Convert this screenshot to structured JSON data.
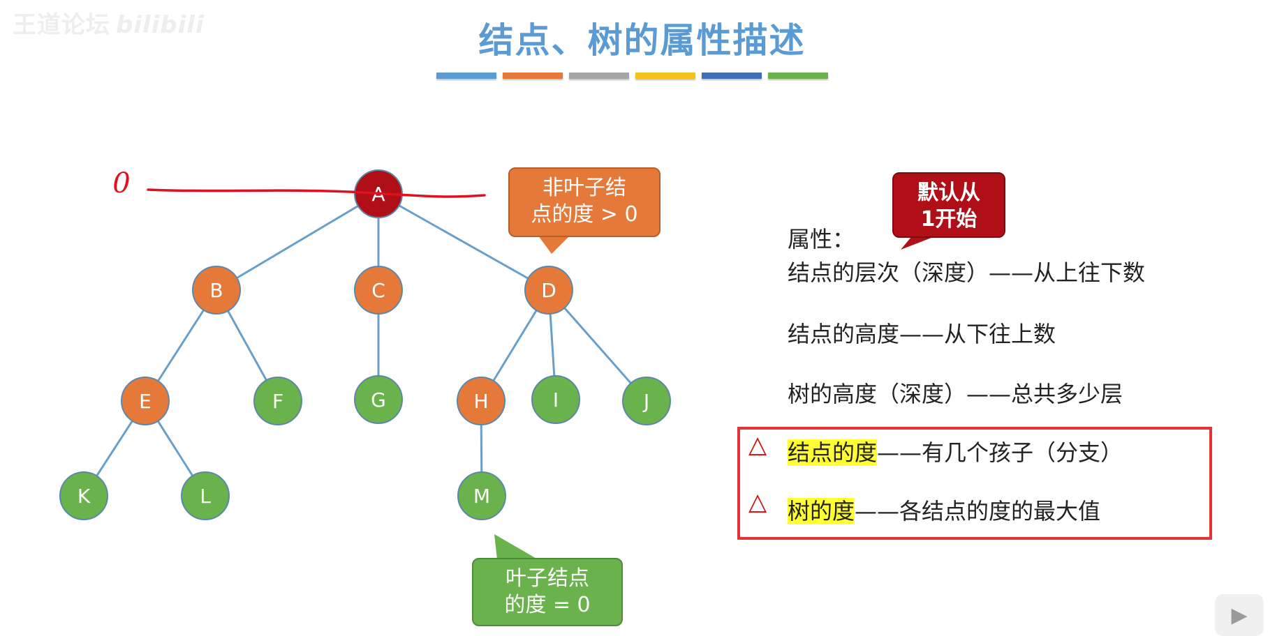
{
  "watermark": {
    "channel": "王道论坛",
    "brand": "bilibili"
  },
  "title": "结点、树的属性描述",
  "title_bar_colors": [
    "#5a9bd4",
    "#e5793a",
    "#a6a6a6",
    "#f7c11b",
    "#3e6db5",
    "#6ab24b"
  ],
  "colors": {
    "root": "#b00f17",
    "internal": "#e5793a",
    "leaf": "#6ab24b",
    "edge": "#6a9fc9",
    "annotation": "#e01020"
  },
  "tree": {
    "nodes": [
      {
        "id": "A",
        "kind": "root"
      },
      {
        "id": "B",
        "kind": "internal"
      },
      {
        "id": "C",
        "kind": "internal"
      },
      {
        "id": "D",
        "kind": "internal"
      },
      {
        "id": "E",
        "kind": "internal"
      },
      {
        "id": "F",
        "kind": "leaf"
      },
      {
        "id": "G",
        "kind": "leaf"
      },
      {
        "id": "H",
        "kind": "internal"
      },
      {
        "id": "I",
        "kind": "leaf"
      },
      {
        "id": "J",
        "kind": "leaf"
      },
      {
        "id": "K",
        "kind": "leaf"
      },
      {
        "id": "L",
        "kind": "leaf"
      },
      {
        "id": "M",
        "kind": "leaf"
      }
    ],
    "edges": [
      [
        "A",
        "B"
      ],
      [
        "A",
        "C"
      ],
      [
        "A",
        "D"
      ],
      [
        "B",
        "E"
      ],
      [
        "B",
        "F"
      ],
      [
        "C",
        "G"
      ],
      [
        "D",
        "H"
      ],
      [
        "D",
        "I"
      ],
      [
        "D",
        "J"
      ],
      [
        "E",
        "K"
      ],
      [
        "E",
        "L"
      ],
      [
        "H",
        "M"
      ]
    ]
  },
  "annotation": {
    "level_label": "0"
  },
  "callouts": {
    "nonleaf": {
      "line1": "非叶子结",
      "line2": "点的度 > 0"
    },
    "leaf": {
      "line1": "叶子结点",
      "line2": "的度 = 0"
    },
    "default": {
      "line1": "默认从",
      "line2": "1开始"
    }
  },
  "properties": {
    "header": "属性：",
    "items": [
      {
        "text": "结点的层次（深度）——从上往下数"
      },
      {
        "text": "结点的高度——从下往上数"
      },
      {
        "text": "树的高度（深度）——总共多少层"
      },
      {
        "highlight": "结点的度",
        "rest": "——有几个孩子（分支）"
      },
      {
        "highlight": "树的度",
        "rest": "——各结点的度的最大值"
      }
    ]
  },
  "marks": {
    "triangle": "△"
  },
  "player": {
    "icon": "play-icon"
  }
}
